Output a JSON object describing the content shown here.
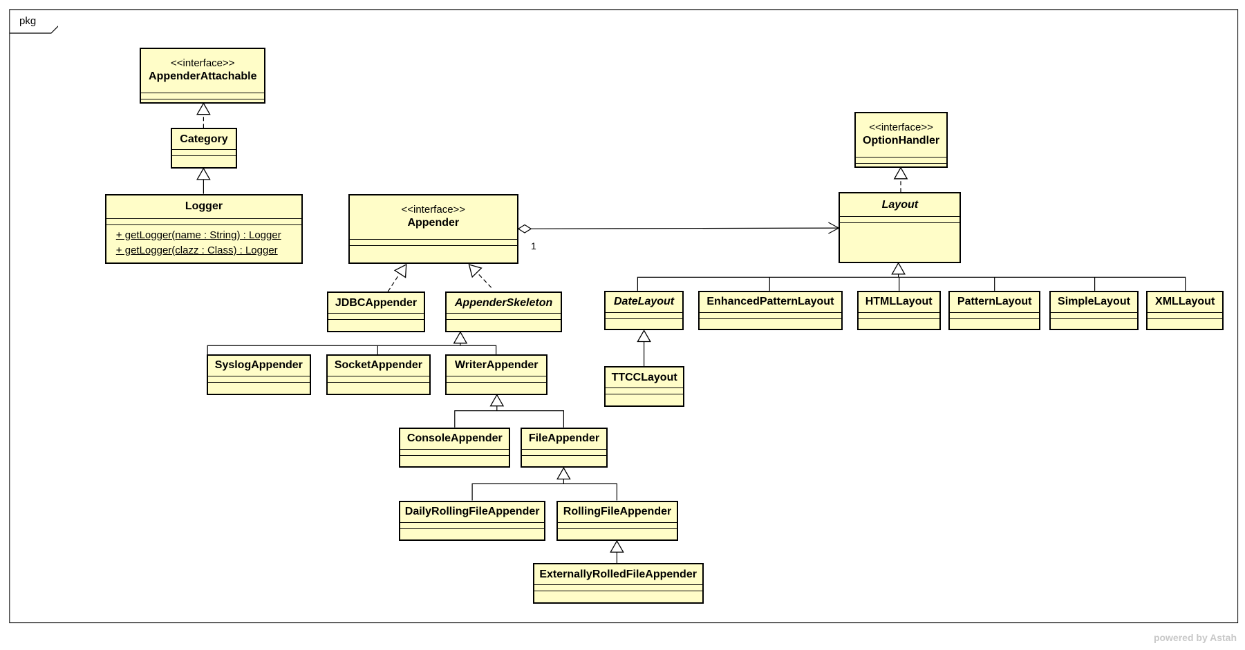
{
  "frame": {
    "label": "pkg"
  },
  "classes": {
    "appender_attachable": {
      "stereotype": "<<interface>>",
      "name": "AppenderAttachable"
    },
    "category": {
      "name": "Category"
    },
    "logger": {
      "name": "Logger",
      "operations": [
        "+ getLogger(name : String) : Logger",
        "+ getLogger(clazz : Class) : Logger"
      ]
    },
    "appender": {
      "stereotype": "<<interface>>",
      "name": "Appender"
    },
    "jdbc_appender": {
      "name": "JDBCAppender"
    },
    "appender_skeleton": {
      "name": "AppenderSkeleton"
    },
    "syslog_appender": {
      "name": "SyslogAppender"
    },
    "socket_appender": {
      "name": "SocketAppender"
    },
    "writer_appender": {
      "name": "WriterAppender"
    },
    "console_appender": {
      "name": "ConsoleAppender"
    },
    "file_appender": {
      "name": "FileAppender"
    },
    "daily_rolling_file_appender": {
      "name": "DailyRollingFileAppender"
    },
    "rolling_file_appender": {
      "name": "RollingFileAppender"
    },
    "externally_rolled_file_appender": {
      "name": "ExternallyRolledFileAppender"
    },
    "option_handler": {
      "stereotype": "<<interface>>",
      "name": "OptionHandler"
    },
    "layout": {
      "name": "Layout"
    },
    "date_layout": {
      "name": "DateLayout"
    },
    "ttcc_layout": {
      "name": "TTCCLayout"
    },
    "enhanced_pattern_layout": {
      "name": "EnhancedPatternLayout"
    },
    "html_layout": {
      "name": "HTMLLayout"
    },
    "pattern_layout": {
      "name": "PatternLayout"
    },
    "simple_layout": {
      "name": "SimpleLayout"
    },
    "xml_layout": {
      "name": "XMLLayout"
    }
  },
  "relations": [
    {
      "type": "realization",
      "from": "Category",
      "to": "AppenderAttachable"
    },
    {
      "type": "generalization",
      "from": "Logger",
      "to": "Category"
    },
    {
      "type": "realization",
      "from": "JDBCAppender",
      "to": "Appender"
    },
    {
      "type": "realization",
      "from": "AppenderSkeleton",
      "to": "Appender"
    },
    {
      "type": "generalization",
      "from": "SyslogAppender",
      "to": "AppenderSkeleton"
    },
    {
      "type": "generalization",
      "from": "SocketAppender",
      "to": "AppenderSkeleton"
    },
    {
      "type": "generalization",
      "from": "WriterAppender",
      "to": "AppenderSkeleton"
    },
    {
      "type": "generalization",
      "from": "ConsoleAppender",
      "to": "WriterAppender"
    },
    {
      "type": "generalization",
      "from": "FileAppender",
      "to": "WriterAppender"
    },
    {
      "type": "generalization",
      "from": "DailyRollingFileAppender",
      "to": "FileAppender"
    },
    {
      "type": "generalization",
      "from": "RollingFileAppender",
      "to": "FileAppender"
    },
    {
      "type": "generalization",
      "from": "ExternallyRolledFileAppender",
      "to": "RollingFileAppender"
    },
    {
      "type": "aggregation",
      "from": "Appender",
      "to": "Layout",
      "multiplicity": "1"
    },
    {
      "type": "realization",
      "from": "Layout",
      "to": "OptionHandler"
    },
    {
      "type": "generalization",
      "from": "DateLayout",
      "to": "Layout"
    },
    {
      "type": "generalization",
      "from": "EnhancedPatternLayout",
      "to": "Layout"
    },
    {
      "type": "generalization",
      "from": "HTMLLayout",
      "to": "Layout"
    },
    {
      "type": "generalization",
      "from": "PatternLayout",
      "to": "Layout"
    },
    {
      "type": "generalization",
      "from": "SimpleLayout",
      "to": "Layout"
    },
    {
      "type": "generalization",
      "from": "XMLLayout",
      "to": "Layout"
    },
    {
      "type": "generalization",
      "from": "TTCCLayout",
      "to": "DateLayout"
    }
  ],
  "association_label": {
    "multiplicity": "1"
  },
  "watermark": "powered by Astah",
  "colors": {
    "class_fill": "#fffdc8",
    "line": "#000000",
    "watermark": "#c8c8c8"
  }
}
